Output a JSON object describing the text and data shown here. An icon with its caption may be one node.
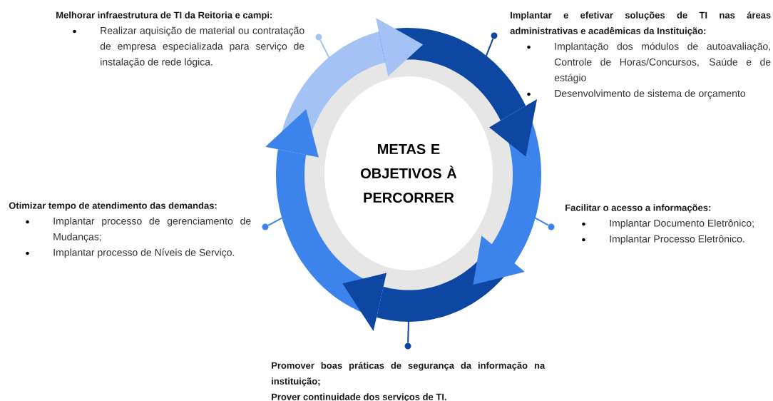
{
  "diagram": {
    "nodes": [
      {
        "text": [
          "METAS E OBJETIVOS À PERCORRER"
        ]
      },
      {
        "text": [
          "Melhorar infraestrutura de TI da Reitoria e campi:",
          "Realizar aquisição de material ou contratação de empresa especializada para serviço de instalação de rede lógica."
        ]
      },
      {
        "text": [
          "Implantar e efetivar soluções de TI nas áreas administrativas e acadêmicas da Instituição:",
          "Implantação dos módulos de autoavaliação, Controle de Horas/Concursos, Saúde e de estágio",
          "Desenvolvimento de sistema de orçamento"
        ]
      },
      {
        "text": [
          "Otimizar tempo de atendimento das demandas:",
          "Implantar processo de gerenciamento de Mudanças;",
          "Implantar processo de Níveis de Serviço."
        ]
      },
      {
        "text": [
          "Facilitar o acesso a informações:",
          "Implantar Documento Eletrônico;",
          "Implantar Processo Eletrônico."
        ]
      },
      {
        "text": [
          "Promover boas práticas de segurança da informação na instituição;",
          "Prover continuidade dos serviços de TI."
        ]
      },
      {
        "text": [],
        "shape": "circle"
      },
      {
        "text": [],
        "shape": "circle"
      },
      {
        "text": [],
        "shape": "circle"
      },
      {
        "text": [],
        "shape": "circle"
      },
      {
        "text": [],
        "shape": "circle"
      }
    ],
    "edges": [
      {
        "from": 6,
        "to": null,
        "arrow": "none",
        "color": "#3c84ec"
      },
      {
        "from": 7,
        "to": null,
        "arrow": "none",
        "color": "#a4c2f4"
      },
      {
        "from": 8,
        "to": null,
        "arrow": "none",
        "color": "#0d47a1"
      },
      {
        "from": 9,
        "to": null,
        "arrow": "none",
        "color": "#0d47a1"
      },
      {
        "from": 10,
        "to": null,
        "arrow": "none",
        "color": "#3c84ec"
      }
    ]
  }
}
